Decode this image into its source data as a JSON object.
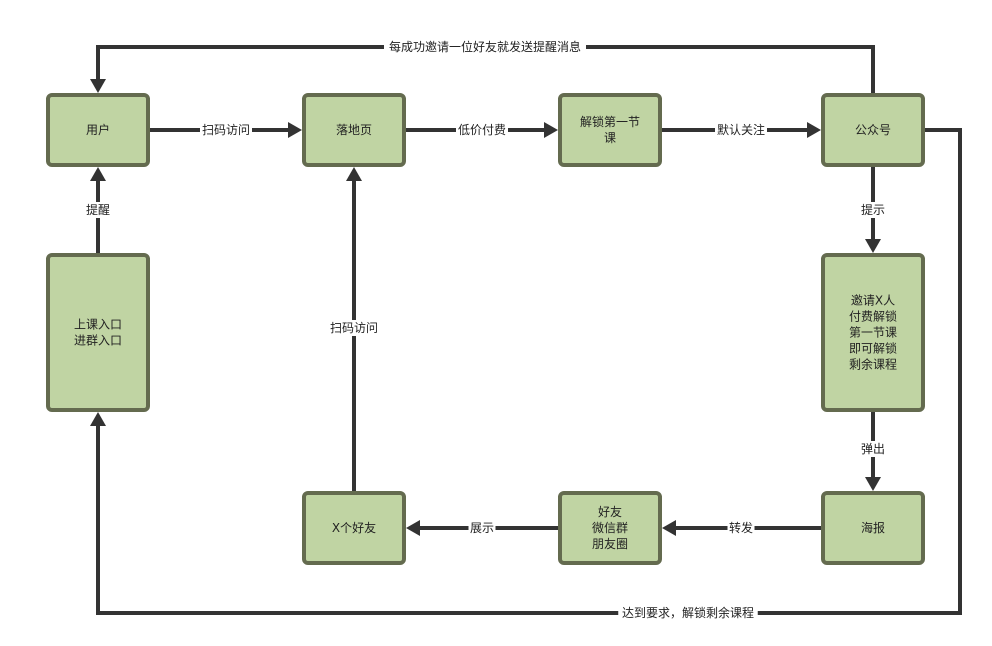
{
  "colors": {
    "node_fill": "#c0d4a3",
    "node_stroke": "#646b4f",
    "edge": "#333333"
  },
  "nodes": [
    {
      "id": "user",
      "lines": [
        "用户"
      ]
    },
    {
      "id": "landing",
      "lines": [
        "落地页"
      ]
    },
    {
      "id": "unlock1",
      "lines": [
        "解锁第一节",
        "课"
      ]
    },
    {
      "id": "official",
      "lines": [
        "公众号"
      ]
    },
    {
      "id": "entry",
      "lines": [
        "上课入口",
        "进群入口"
      ]
    },
    {
      "id": "invite",
      "lines": [
        "邀请X人",
        "付费解锁",
        "第一节课",
        "即可解锁",
        "剩余课程"
      ]
    },
    {
      "id": "friends",
      "lines": [
        "X个好友"
      ]
    },
    {
      "id": "share",
      "lines": [
        "好友",
        "微信群",
        "朋友圈"
      ]
    },
    {
      "id": "poster",
      "lines": [
        "海报"
      ]
    }
  ],
  "edges": [
    {
      "id": "user-landing",
      "from": "user",
      "to": "landing",
      "label": "扫码访问"
    },
    {
      "id": "landing-unlock1",
      "from": "landing",
      "to": "unlock1",
      "label": "低价付费"
    },
    {
      "id": "unlock1-official",
      "from": "unlock1",
      "to": "official",
      "label": "默认关注"
    },
    {
      "id": "official-user",
      "from": "official",
      "to": "user",
      "label": "每成功邀请一位好友就发送提醒消息"
    },
    {
      "id": "official-invite",
      "from": "official",
      "to": "invite",
      "label": "提示"
    },
    {
      "id": "invite-poster",
      "from": "invite",
      "to": "poster",
      "label": "弹出"
    },
    {
      "id": "poster-share",
      "from": "poster",
      "to": "share",
      "label": "转发"
    },
    {
      "id": "share-friends",
      "from": "share",
      "to": "friends",
      "label": "展示"
    },
    {
      "id": "friends-landing",
      "from": "friends",
      "to": "landing",
      "label": "扫码访问"
    },
    {
      "id": "entry-user",
      "from": "entry",
      "to": "user",
      "label": "提醒"
    },
    {
      "id": "official-entry",
      "from": "official",
      "to": "entry",
      "label": "达到要求，解锁剩余课程"
    }
  ]
}
